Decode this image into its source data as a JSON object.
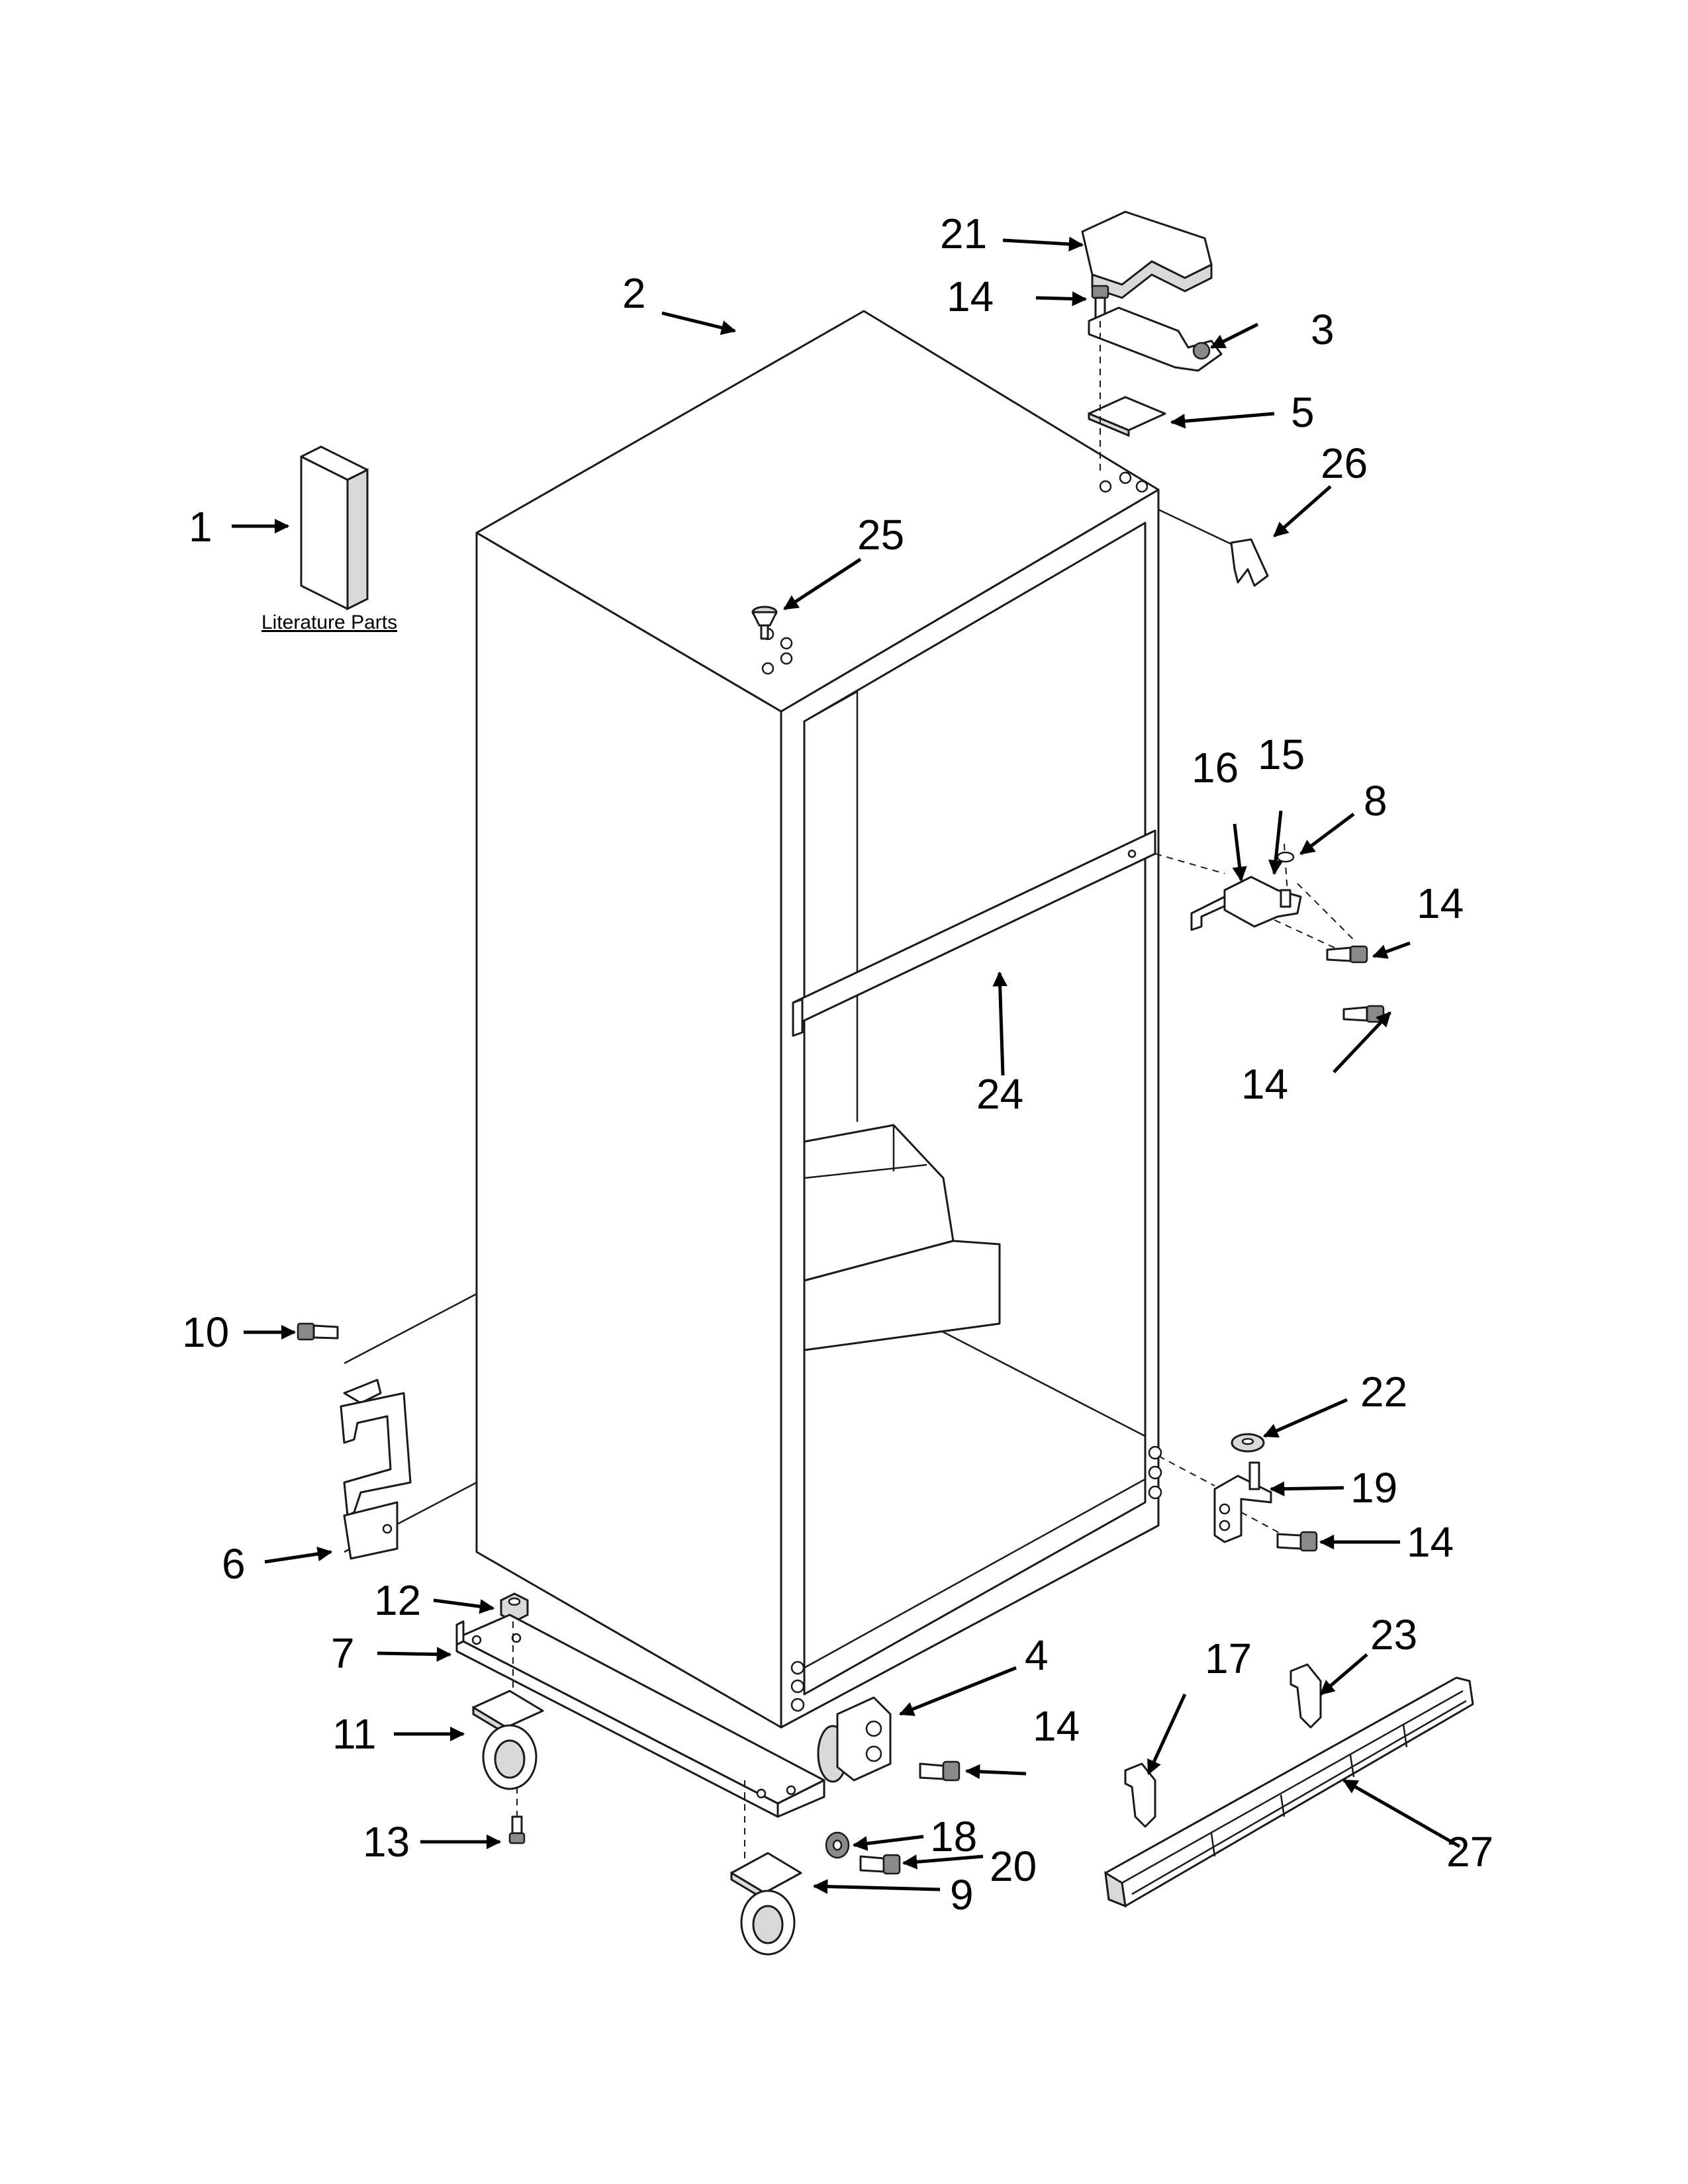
{
  "diagram": {
    "literature_label": "Literature Parts",
    "callouts": [
      "1",
      "2",
      "3",
      "4",
      "5",
      "6",
      "7",
      "8",
      "9",
      "10",
      "11",
      "12",
      "13",
      "14",
      "15",
      "16",
      "17",
      "18",
      "19",
      "20",
      "21",
      "22",
      "23",
      "24",
      "25",
      "26",
      "27"
    ],
    "labels": {
      "l1": "1",
      "l2": "2",
      "l3": "3",
      "l4": "4",
      "l5": "5",
      "l6": "6",
      "l7": "7",
      "l8": "8",
      "l9": "9",
      "l10": "10",
      "l11": "11",
      "l12": "12",
      "l13": "13",
      "l14a": "14",
      "l14b": "14",
      "l14c": "14",
      "l14d": "14",
      "l14e": "14",
      "l15": "15",
      "l16": "16",
      "l17": "17",
      "l18": "18",
      "l19": "19",
      "l20": "20",
      "l21": "21",
      "l22": "22",
      "l23": "23",
      "l24": "24",
      "l25": "25",
      "l26": "26",
      "l27": "27"
    }
  }
}
